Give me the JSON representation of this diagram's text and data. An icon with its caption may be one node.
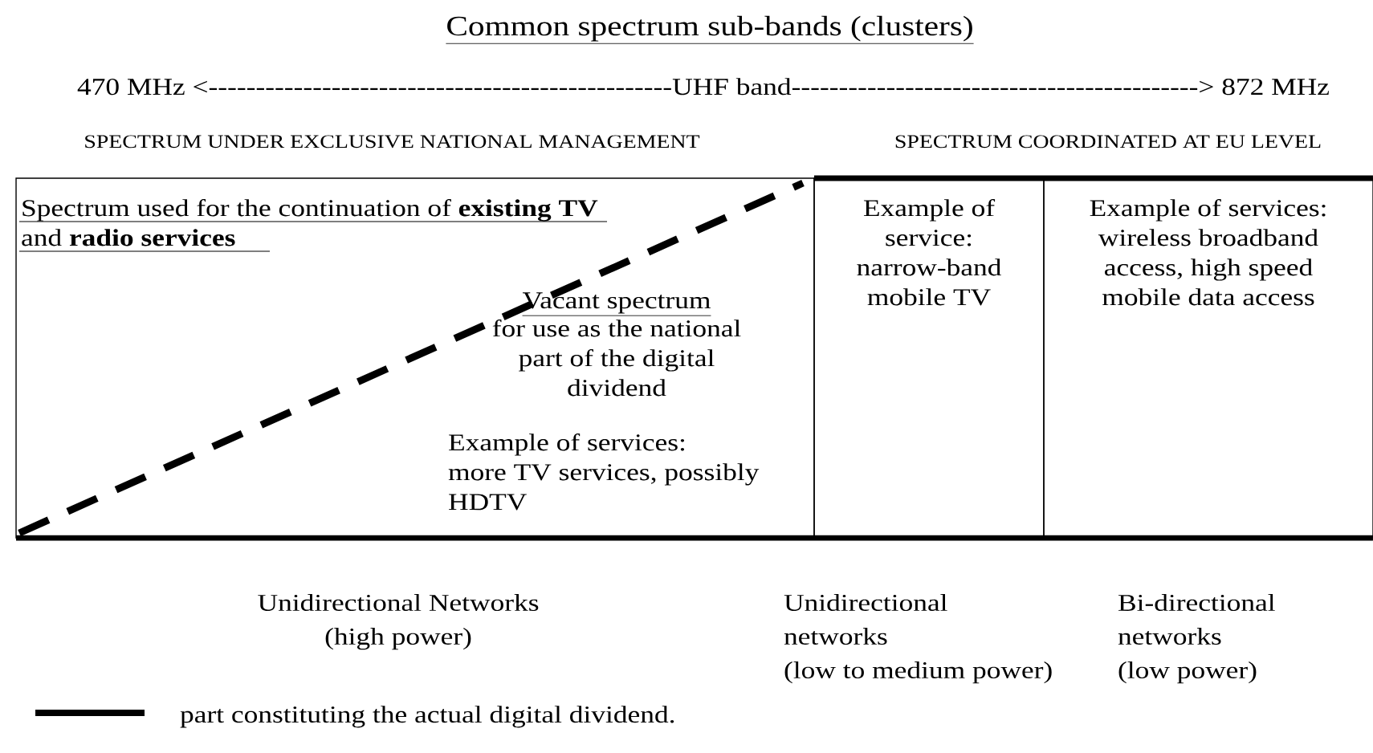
{
  "diagram": {
    "title": "Common spectrum sub-bands (clusters)",
    "nodes": [
      {
        "text": [
          "Spectrum used for the continuation of **existing TV** and **radio services**",
          "Vacant spectrum",
          "for use as the national part of the digital dividend",
          "Example of services: more TV services, possibly HDTV"
        ]
      },
      {
        "text": [
          "Example of service: narrow-band mobile TV"
        ]
      },
      {
        "text": [
          "Example of services: wireless broadband access, high speed mobile data access"
        ]
      }
    ],
    "labels": [
      "470 MHz <-------------------------------------------------UHF band-------------------------------------------> 872 MHz",
      "SPECTRUM UNDER EXCLUSIVE NATIONAL MANAGEMENT",
      "SPECTRUM COORDINATED AT EU LEVEL",
      "Unidirectional Networks (high power)",
      "Unidirectional networks (low to medium power)",
      "Bi-directional networks (low power)"
    ],
    "legend": [
      {
        "text": "part constituting the actual digital dividend."
      }
    ]
  }
}
